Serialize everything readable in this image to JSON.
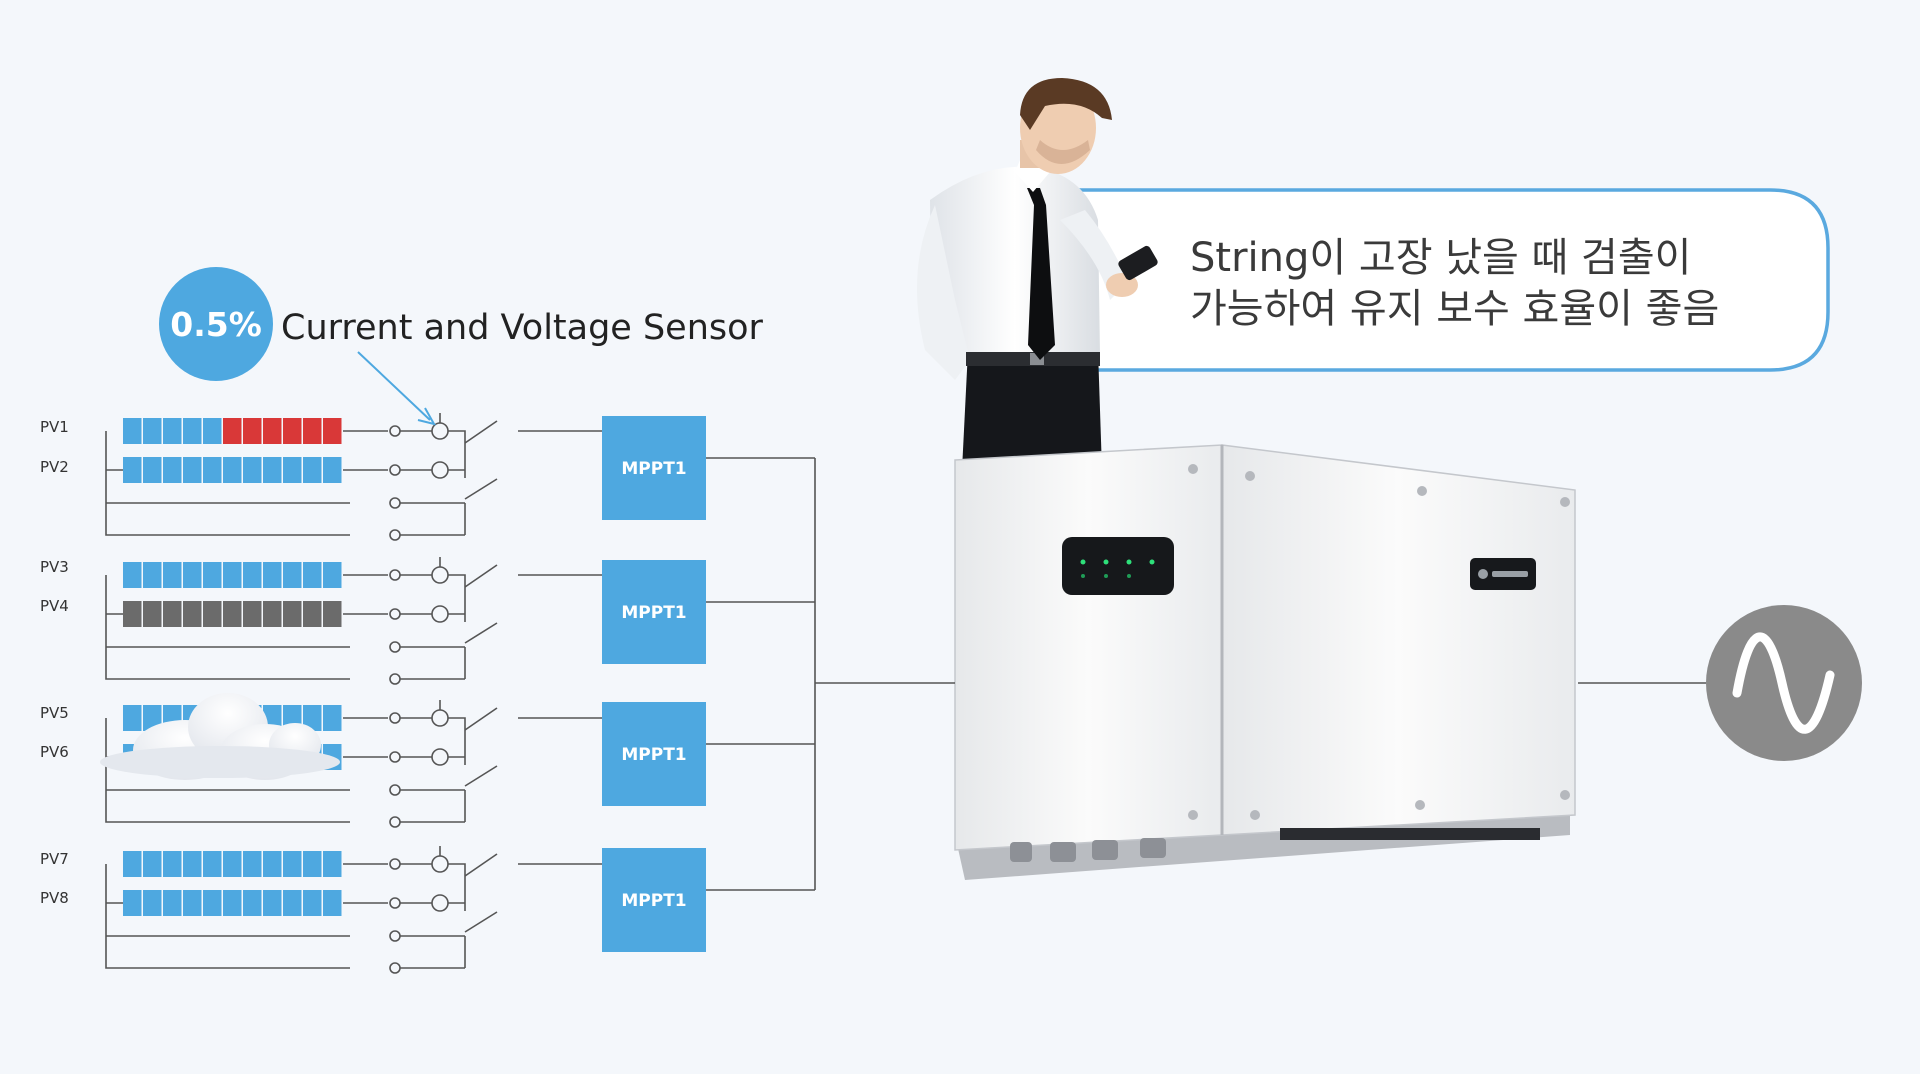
{
  "sensor": {
    "value": "0.5%",
    "label": "Current and Voltage Sensor"
  },
  "callout": {
    "line1": "String이 고장 났을 때 검출이",
    "line2": "가능하여 유지 보수 효율이 좋음"
  },
  "pv_strings": [
    {
      "label": "PV1",
      "state": "partial-fault"
    },
    {
      "label": "PV2",
      "state": "normal"
    },
    {
      "label": "PV3",
      "state": "normal"
    },
    {
      "label": "PV4",
      "state": "fault"
    },
    {
      "label": "PV5",
      "state": "shaded"
    },
    {
      "label": "PV6",
      "state": "shaded"
    },
    {
      "label": "PV7",
      "state": "normal"
    },
    {
      "label": "PV8",
      "state": "normal"
    }
  ],
  "mppt_units": [
    {
      "label": "MPPT1"
    },
    {
      "label": "MPPT1"
    },
    {
      "label": "MPPT1"
    },
    {
      "label": "MPPT1"
    }
  ],
  "colors": {
    "accent_blue": "#4ea8e0",
    "panel_blue": "#4ea8e0",
    "fault_red": "#d93838",
    "fault_gray": "#6b6b6b",
    "ac_gray": "#8a8a8a",
    "callout_border": "#5aa9df"
  },
  "icons": {
    "ac_output": "sine-wave-icon",
    "shading": "cloud-icon",
    "worker": "person-with-phone",
    "inverter": "string-inverter"
  }
}
